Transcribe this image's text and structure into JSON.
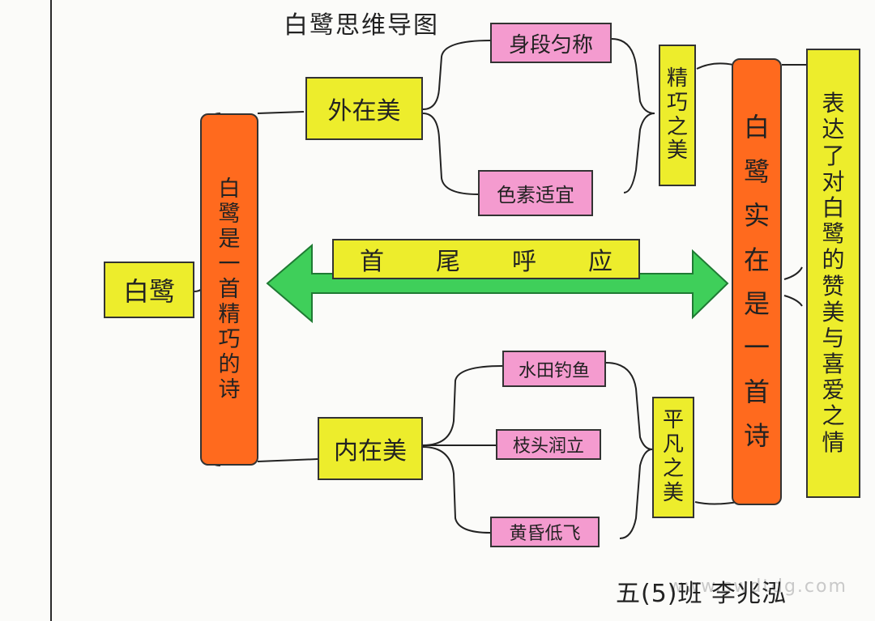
{
  "title": "白鹭思维导图",
  "center": {
    "label": "白鹭"
  },
  "left_summary": {
    "chars": [
      "白",
      "鹭",
      "是",
      "一",
      "首",
      "精",
      "巧",
      "的",
      "诗"
    ]
  },
  "outer": {
    "label": "外在美"
  },
  "outer_items": [
    "身段匀称",
    "色素适宜"
  ],
  "outer_summary": {
    "chars": [
      "精",
      "巧",
      "之",
      "美"
    ]
  },
  "inner": {
    "label": "内在美"
  },
  "inner_items": [
    "水田钓鱼",
    "枝头润立",
    "黄昏低飞"
  ],
  "inner_summary": {
    "chars": [
      "平",
      "凡",
      "之",
      "美"
    ]
  },
  "arrow": {
    "label_chars": [
      "首",
      "尾",
      "呼",
      "应"
    ]
  },
  "right_summary": {
    "chars": [
      "白",
      "鹭",
      "实",
      "在",
      "是",
      "一",
      "首",
      "诗"
    ]
  },
  "feeling": {
    "chars": [
      "表",
      "达",
      "了",
      "对",
      "白",
      "鹭",
      "的",
      "赞",
      "美",
      "与",
      "喜",
      "爱",
      "之",
      "情"
    ]
  },
  "footer": {
    "author": "五(5)班 李兆泓"
  },
  "watermark": "www.swdtdg.com",
  "colors": {
    "yellow": "#eded2c",
    "pink": "#f49bcf",
    "orange": "#ff6a1e",
    "green": "#3fcf5a"
  }
}
